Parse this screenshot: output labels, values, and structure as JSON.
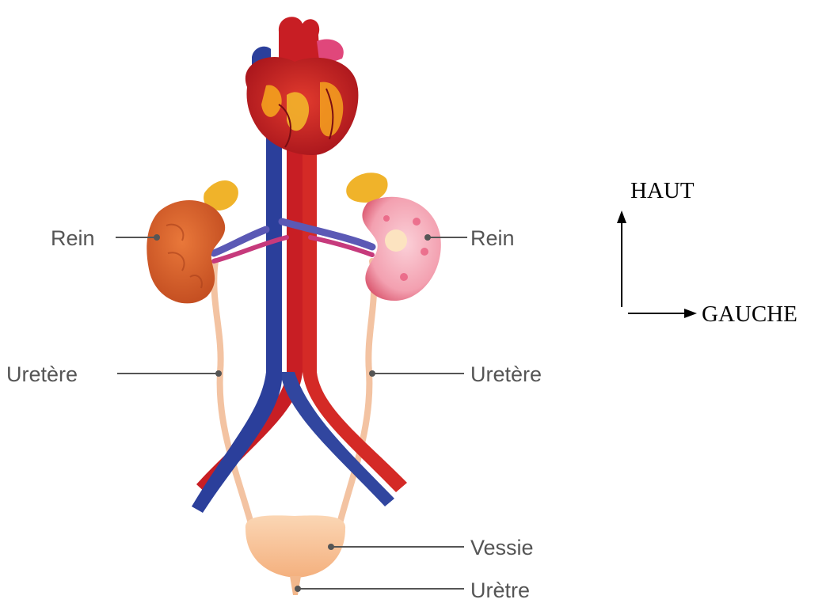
{
  "labels": {
    "rein_right_side": "Rein",
    "rein_left_side": "Rein",
    "uretere_left_side": "Uretère",
    "uretere_right_side": "Uretère",
    "vessie": "Vessie",
    "uretre": "Urètre"
  },
  "orientation": {
    "up": "HAUT",
    "left": "GAUCHE"
  },
  "colors": {
    "artery": "#cc1f24",
    "vein": "#2b3f9b",
    "kidney_left": "#d9652e",
    "kidney_right": "#f4a7b4",
    "adrenal": "#f0b32a",
    "ureter": "#f3c3a2",
    "bladder": "#f8c59b",
    "leader_line": "#555555"
  },
  "icons": [
    "heart-illustration",
    "kidney-illustration",
    "bladder-illustration",
    "arrow-up-icon",
    "arrow-right-icon"
  ]
}
